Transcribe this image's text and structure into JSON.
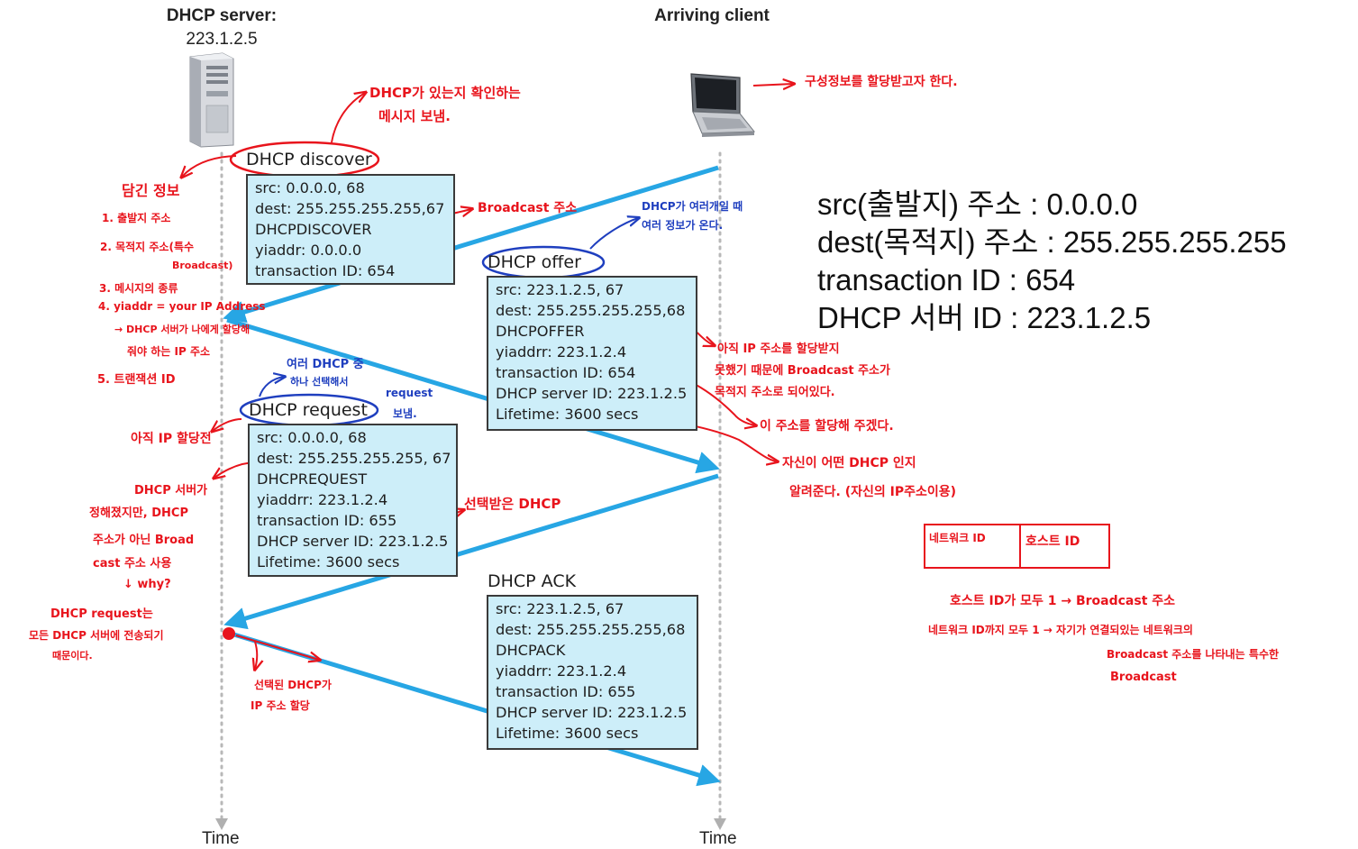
{
  "header": {
    "server_title": "DHCP server:",
    "server_ip": "223.1.2.5",
    "client_title": "Arriving client"
  },
  "time_label": "Time",
  "messages": {
    "discover": {
      "title": "DHCP discover",
      "lines": [
        "src: 0.0.0.0, 68",
        "dest: 255.255.255.255,67",
        "DHCPDISCOVER",
        "yiaddr: 0.0.0.0",
        "transaction ID: 654"
      ]
    },
    "offer": {
      "title": "DHCP offer",
      "lines": [
        "src: 223.1.2.5, 67",
        "dest: 255.255.255.255,68",
        "DHCPOFFER",
        "yiaddrr: 223.1.2.4",
        "transaction ID: 654",
        "DHCP server ID: 223.1.2.5",
        "Lifetime: 3600 secs"
      ]
    },
    "request": {
      "title": "DHCP request",
      "lines": [
        "src: 0.0.0.0, 68",
        "dest: 255.255.255.255, 67",
        "DHCPREQUEST",
        "yiaddrr: 223.1.2.4",
        "transaction ID: 655",
        "DHCP server ID: 223.1.2.5",
        "Lifetime: 3600 secs"
      ]
    },
    "ack": {
      "title": "DHCP ACK",
      "lines": [
        "src: 223.1.2.5, 67",
        "dest: 255.255.255.255,68",
        "DHCPACK",
        "yiaddrr: 223.1.2.4",
        "transaction ID: 655",
        "DHCP server ID: 223.1.2.5",
        "Lifetime: 3600 secs"
      ]
    }
  },
  "summary": [
    "src(출발지) 주소 : 0.0.0.0",
    "dest(목적지) 주소 : 255.255.255.255",
    "transaction ID : 654",
    "DHCP 서버 ID : 223.1.2.5"
  ],
  "notes": {
    "client_config": "구성정보를 할당받고자 한다.",
    "discover_msg_1": "DHCP가 있는지 확인하는",
    "discover_msg_2": "메시지 보냄.",
    "contents_title": "담긴 정보",
    "contents_1": "1. 출발지 주소",
    "contents_2": "2. 목적지 주소(특수",
    "contents_2b": "Broadcast)",
    "contents_3": "3. 메시지의 종류",
    "contents_4": "4. yiaddr = your IP Address",
    "contents_4b": "→ DHCP 서버가 나에게 할당해",
    "contents_4c": "줘야 하는 IP 주소",
    "contents_5": "5. 트랜잭션 ID",
    "broadcast_addr": "Broadcast 주소",
    "many_offers_1": "DHCP가 여러개일 때",
    "many_offers_2": "여러 정보가 온다.",
    "no_ip_yet_1": "아직 IP 주소를 할당받지",
    "no_ip_yet_2": "못했기 때문에 Broadcast 주소가",
    "no_ip_yet_3": "목적지 주소로 되어있다.",
    "will_assign": "이 주소를 할당해 주겠다.",
    "which_dhcp_1": "자신이 어떤 DHCP 인지",
    "which_dhcp_2": "알려준다. (자신의 IP주소이용)",
    "choose_one_1": "여러 DHCP 중",
    "choose_one_2": "하나 선택해서",
    "choose_one_3": "request",
    "choose_one_4": "보냄.",
    "before_ip": "아직 IP 할당전",
    "why_1": "DHCP 서버가",
    "why_2": "정해졌지만, DHCP",
    "why_3": "주소가 아닌 Broad",
    "why_4": "cast 주소 사용",
    "why_5": "↓ why?",
    "reason_1": "DHCP request는",
    "reason_2": "모든 DHCP 서버에 전송되기",
    "reason_3": "때문이다.",
    "selected_dhcp": "선택받은 DHCP",
    "assign_1": "선택된 DHCP가",
    "assign_2": "IP 주소 할당",
    "network_id": "네트워크 ID",
    "host_id": "호스트 ID",
    "host_all_ones": "호스트 ID가 모두 1 → Broadcast 주소",
    "net_all_ones": "네트워크 ID까지 모두 1 → 자기가 연결되있는 네트워크의",
    "net_all_ones_2": "Broadcast 주소를 나타내는 특수한",
    "net_all_ones_3": "Broadcast"
  },
  "colors": {
    "arrow": "#27a6e4",
    "ink_red": "#e8141c",
    "ink_blue": "#1f3fbf",
    "box_fill": "#cdeef9"
  },
  "icons": [
    "server-icon",
    "laptop-icon"
  ]
}
